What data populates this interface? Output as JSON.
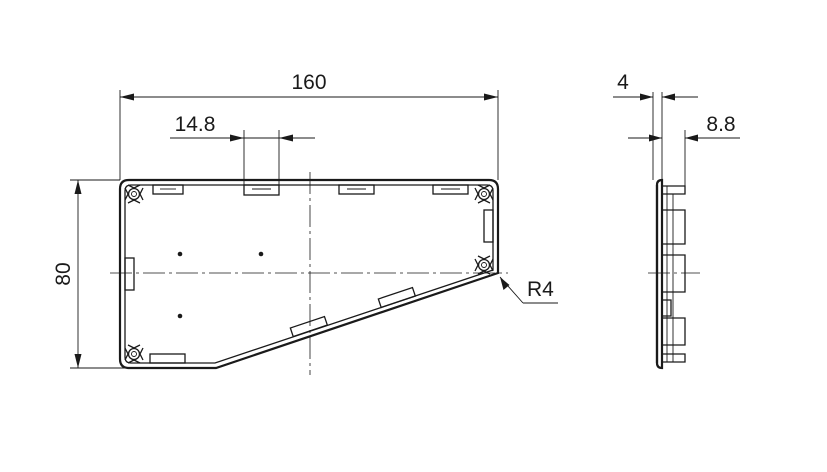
{
  "dimensions": {
    "overall_width": "160",
    "slot_width": "14.8",
    "overall_height": "80",
    "corner_radius": "R4",
    "side_thickness": "4",
    "side_depth": "8.8"
  },
  "colors": {
    "line": "#1a1a1a",
    "background": "#ffffff"
  }
}
